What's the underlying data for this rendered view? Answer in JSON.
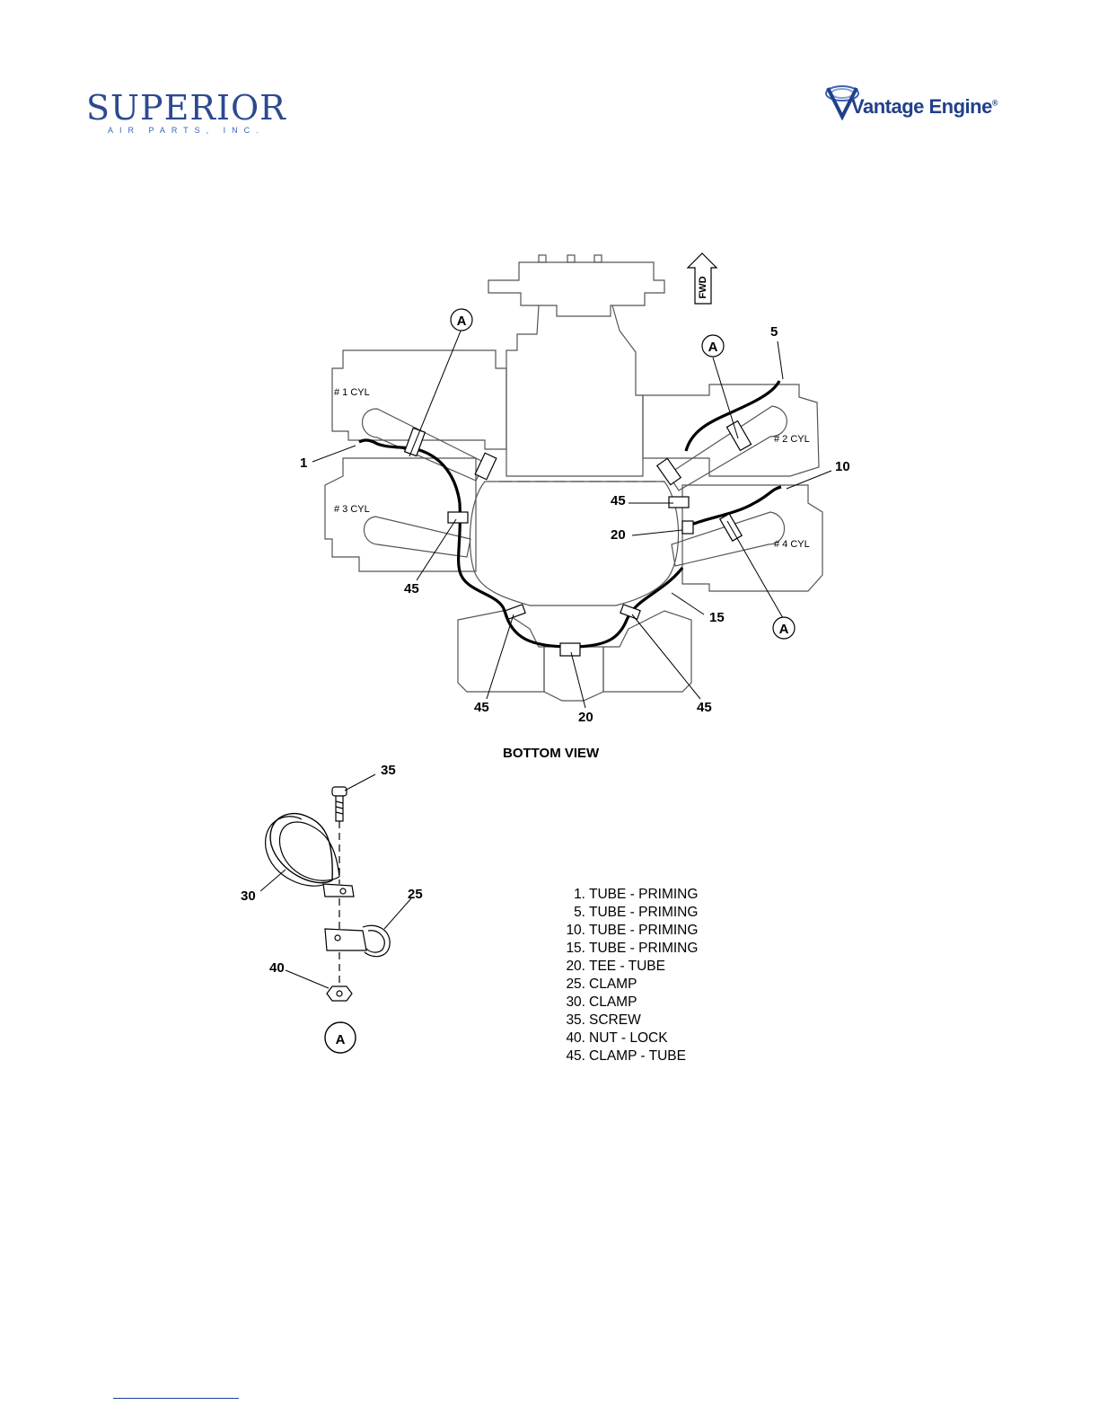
{
  "header": {
    "left_logo": {
      "brand": "SUPERIOR",
      "subtitle": "AIR PARTS, INC."
    },
    "right_logo": {
      "brand": "Vantage Engine",
      "mark": "®"
    }
  },
  "diagram": {
    "fwd_label": "FWD",
    "cylinders": [
      "# 1 CYL",
      "# 2 CYL",
      "# 3 CYL",
      "# 4 CYL"
    ],
    "callouts": {
      "c1": "1",
      "c5": "5",
      "c10": "10",
      "c15": "15",
      "c20a": "20",
      "c20b": "20",
      "c45a": "45",
      "c45b": "45",
      "c45c": "45",
      "c45d": "45",
      "detail_a1": "A",
      "detail_a2": "A",
      "detail_a3": "A"
    },
    "view_title": "BOTTOM VIEW",
    "detail": {
      "c35": "35",
      "c30": "30",
      "c25": "25",
      "c40": "40",
      "detail_label": "A"
    }
  },
  "parts_list": [
    {
      "num": "1.",
      "name": "TUBE - PRIMING"
    },
    {
      "num": "5.",
      "name": "TUBE - PRIMING"
    },
    {
      "num": "10.",
      "name": "TUBE - PRIMING"
    },
    {
      "num": "15.",
      "name": "TUBE - PRIMING"
    },
    {
      "num": "20.",
      "name": "TEE - TUBE"
    },
    {
      "num": "25.",
      "name": "CLAMP"
    },
    {
      "num": "30.",
      "name": "CLAMP"
    },
    {
      "num": "35.",
      "name": "SCREW"
    },
    {
      "num": "40.",
      "name": "NUT - LOCK"
    },
    {
      "num": "45.",
      "name": "CLAMP - TUBE"
    }
  ],
  "colors": {
    "logo_blue": "#2c4a8f",
    "accent_blue": "#3a63b3",
    "line": "#000000"
  }
}
